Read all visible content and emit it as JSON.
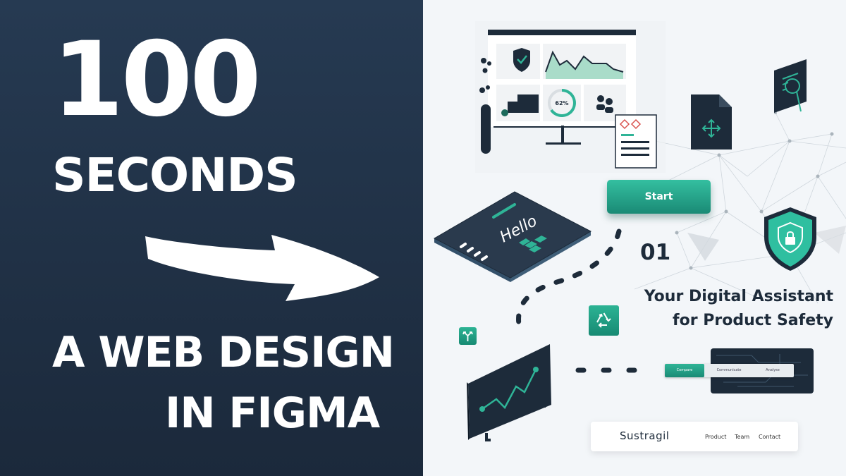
{
  "headline_block": {
    "line1": "100",
    "line2": "SECONDS",
    "line3": "A WEB DESIGN",
    "line4": "IN FIGMA"
  },
  "mockup": {
    "dashboard_percent": "62%",
    "hello_text": "Hello",
    "start_button": "Start",
    "step_number": "01",
    "tagline_line1": "Your Digital Assistant",
    "tagline_line2": "for Product Safety",
    "tabs": [
      "Compare",
      "Communicate",
      "Analyse"
    ],
    "active_tab": "Compare",
    "nav": {
      "brand": "Sustragil",
      "links": [
        "Product",
        "Team",
        "Contact"
      ]
    }
  },
  "colors": {
    "left_panel_top": "#263a52",
    "left_panel_bottom": "#1b293b",
    "accent_teal": "#23a88b",
    "dark_navy": "#1d2b3a",
    "right_background": "#f3f6f9"
  },
  "icons": [
    "arrow-right-icon",
    "shield-check-icon",
    "recycle-icon",
    "shield-lock-icon",
    "move-arrows-icon",
    "split-arrows-icon",
    "magnifier-icon",
    "people-icon",
    "truck-icon"
  ]
}
